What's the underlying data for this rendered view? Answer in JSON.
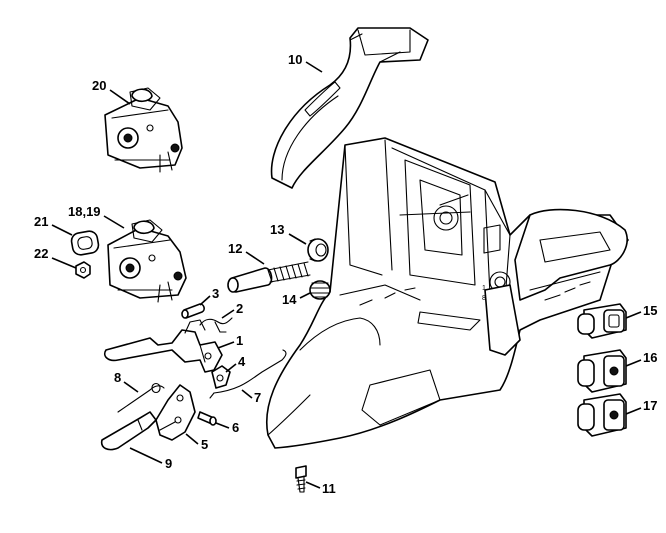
{
  "callouts": {
    "p1": "1",
    "p2": "2",
    "p3": "3",
    "p4": "4",
    "p5": "5",
    "p6": "6",
    "p7": "7",
    "p8": "8",
    "p9": "9",
    "p10": "10",
    "p11": "11",
    "p12": "12",
    "p13": "13",
    "p14": "14",
    "p15": "15",
    "p16": "16",
    "p17": "17",
    "p18_19": "18,19",
    "p20": "20",
    "p21": "21",
    "p22": "22"
  },
  "housing_marks": {
    "mark_1": "1",
    "mark_8": "8"
  }
}
